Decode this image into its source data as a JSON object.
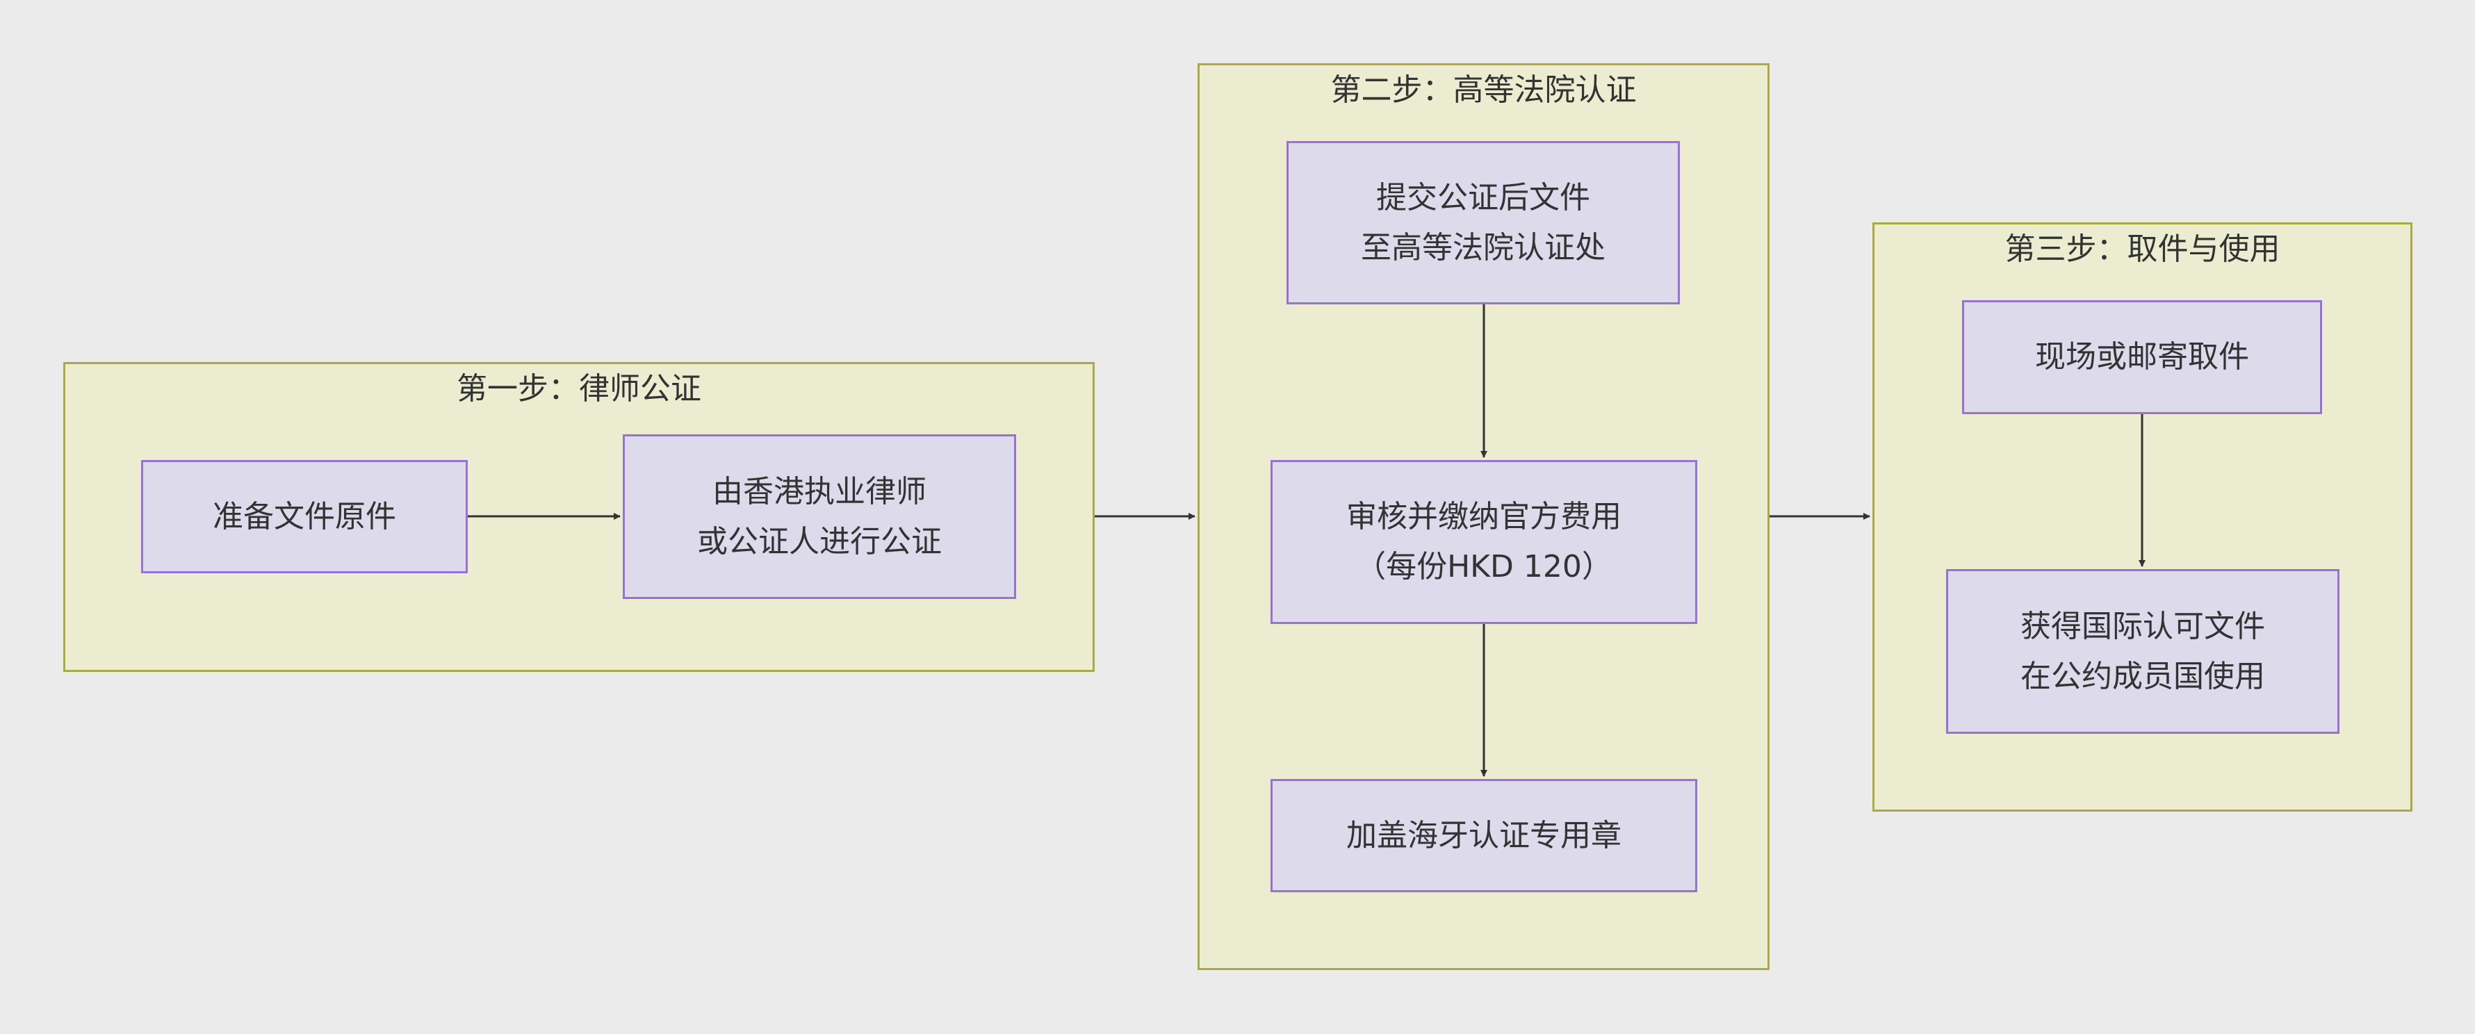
{
  "clusters": {
    "step1": {
      "title": "第一步：律师公证"
    },
    "step2": {
      "title": "第二步：高等法院认证"
    },
    "step3": {
      "title": "第三步：取件与使用"
    }
  },
  "nodes": {
    "prepare": {
      "lines": [
        "准备文件原件"
      ]
    },
    "notarize": {
      "lines": [
        "由香港执业律师",
        "或公证人进行公证"
      ]
    },
    "submit": {
      "lines": [
        "提交公证后文件",
        "至高等法院认证处"
      ]
    },
    "review": {
      "lines": [
        "审核并缴纳官方费用",
        "（每份HKD 120）"
      ]
    },
    "stamp": {
      "lines": [
        "加盖海牙认证专用章"
      ]
    },
    "pickup": {
      "lines": [
        "现场或邮寄取件"
      ]
    },
    "obtain": {
      "lines": [
        "获得国际认可文件",
        "在公约成员国使用"
      ]
    }
  },
  "edges": [
    {
      "from": "prepare",
      "to": "notarize"
    },
    {
      "from": "step1",
      "to": "step2"
    },
    {
      "from": "submit",
      "to": "review"
    },
    {
      "from": "review",
      "to": "stamp"
    },
    {
      "from": "step2",
      "to": "step3"
    },
    {
      "from": "pickup",
      "to": "obtain"
    }
  ],
  "colors": {
    "background": "#ebebeb",
    "cluster_fill": "#ececd0",
    "cluster_border": "#aaaa44",
    "node_fill": "#dcdaeb",
    "node_border": "#9573d6",
    "edge": "#333333",
    "text": "#333333"
  }
}
